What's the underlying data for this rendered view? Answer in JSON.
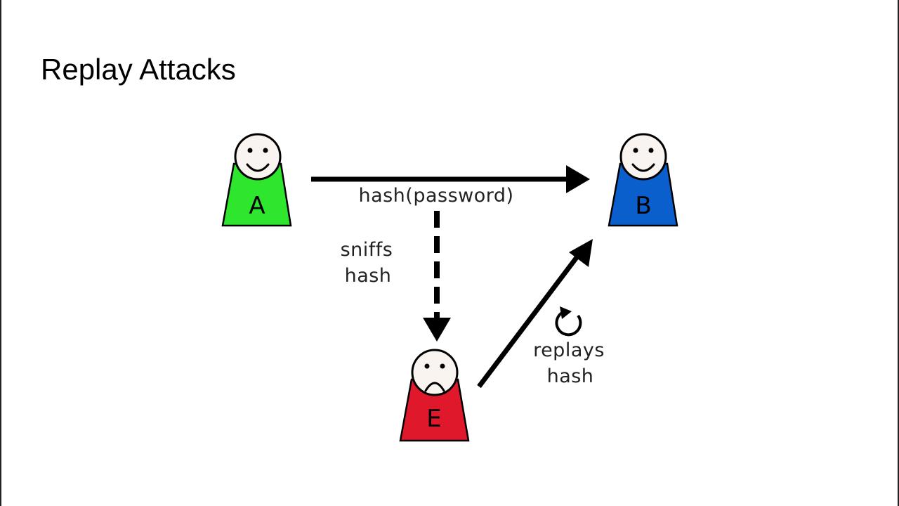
{
  "slide": {
    "title": "Replay Attacks"
  },
  "actors": {
    "a": {
      "label": "A",
      "color": "#2ee62e",
      "face": "smile"
    },
    "b": {
      "label": "B",
      "color": "#0a5fcc",
      "face": "smile"
    },
    "e": {
      "label": "E",
      "color": "#e0182c",
      "face": "frown"
    }
  },
  "edges": {
    "a_to_b": {
      "label": "hash(password)",
      "style": "solid"
    },
    "sniff": {
      "label_line1": "sniffs",
      "label_line2": "hash",
      "style": "dashed"
    },
    "replay": {
      "label_line1": "replays",
      "label_line2": "hash",
      "style": "solid",
      "icon": "replay-icon"
    }
  }
}
